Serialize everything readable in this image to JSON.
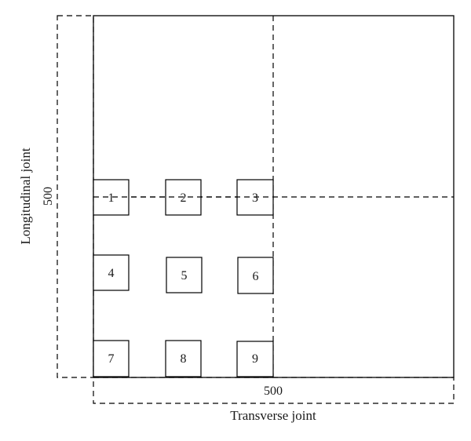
{
  "labels": {
    "longitudinal_joint": "Longitudinal joint",
    "transverse_joint": "Transverse joint",
    "side_dim": "500",
    "bottom_dim": "500"
  },
  "squares": [
    {
      "label": "1"
    },
    {
      "label": "2"
    },
    {
      "label": "3"
    },
    {
      "label": "4"
    },
    {
      "label": "5"
    },
    {
      "label": "6"
    },
    {
      "label": "7"
    },
    {
      "label": "8"
    },
    {
      "label": "9"
    }
  ]
}
